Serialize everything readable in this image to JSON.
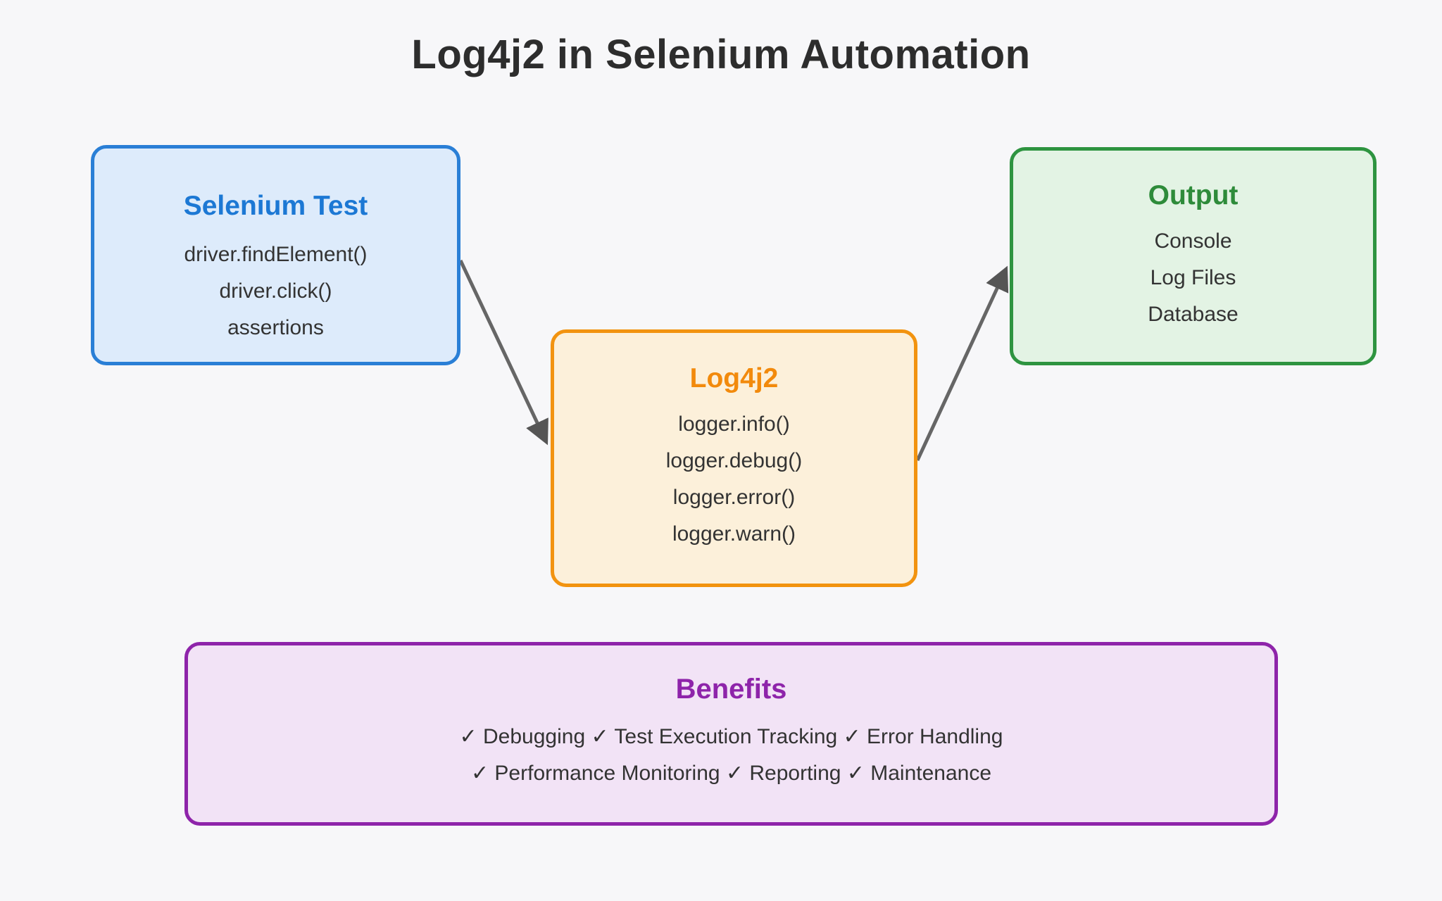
{
  "title": "Log4j2 in Selenium Automation",
  "nodes": {
    "selenium_test": {
      "title": "Selenium Test",
      "lines": [
        "driver.findElement()",
        "driver.click()",
        "assertions"
      ]
    },
    "log4j2": {
      "title": "Log4j2",
      "lines": [
        "logger.info()",
        "logger.debug()",
        "logger.error()",
        "logger.warn()"
      ]
    },
    "output": {
      "title": "Output",
      "lines": [
        "Console",
        "Log Files",
        "Database"
      ]
    },
    "benefits": {
      "title": "Benefits",
      "lines": [
        "✓ Debugging ✓ Test Execution Tracking ✓ Error Handling",
        "✓ Performance Monitoring ✓ Reporting ✓ Maintenance"
      ]
    }
  },
  "colors": {
    "background": "#f7f7f9",
    "title-text": "#2d2d2d",
    "body-text": "#333333",
    "selenium-border": "#2a7fd6",
    "selenium-fill": "#ddebfb",
    "selenium-title": "#1c78d4",
    "log4j2-border": "#f2930f",
    "log4j2-fill": "#fcf0da",
    "log4j2-title": "#f28a0c",
    "output-border": "#2e9440",
    "output-fill": "#e3f3e4",
    "output-title": "#2e8b3a",
    "benefits-border": "#8e24aa",
    "benefits-fill": "#f2e3f6",
    "benefits-title": "#8e24aa",
    "arrow": "#666666",
    "arrowhead": "#555555"
  }
}
